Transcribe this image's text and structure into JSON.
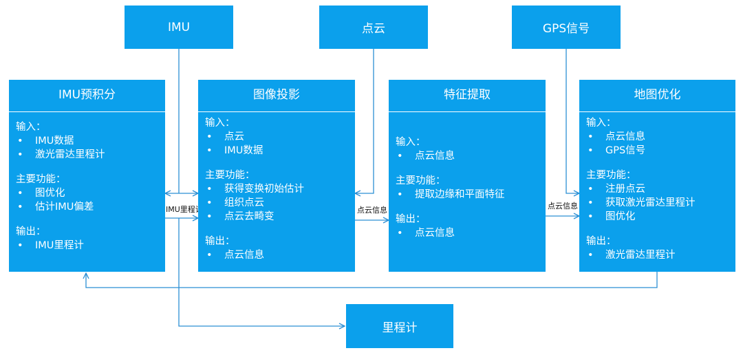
{
  "sources": {
    "imu": "IMU",
    "pointcloud": "点云",
    "gps": "GPS信号"
  },
  "output_box": "里程计",
  "modules": [
    {
      "title": "IMU预积分",
      "sections": [
        {
          "heading": "输入：",
          "items": [
            "IMU数据",
            "激光雷达里程计"
          ]
        },
        {
          "heading": "主要功能：",
          "items": [
            "图优化",
            "估计IMU偏差"
          ]
        },
        {
          "heading": "输出：",
          "items": [
            "IMU里程计"
          ]
        }
      ]
    },
    {
      "title": "图像投影",
      "sections": [
        {
          "heading": "输入：",
          "items": [
            "点云",
            "IMU数据"
          ]
        },
        {
          "heading": "主要功能：",
          "items": [
            "获得变换初始估计",
            "组织点云",
            "点云去畸变"
          ]
        },
        {
          "heading": "输出：",
          "items": [
            "点云信息"
          ]
        }
      ]
    },
    {
      "title": "特征提取",
      "sections": [
        {
          "heading": "输入：",
          "items": [
            "点云信息"
          ]
        },
        {
          "heading": "主要功能：",
          "items": [
            "提取边缘和平面特征"
          ]
        },
        {
          "heading": "输出：",
          "items": [
            "点云信息"
          ]
        }
      ]
    },
    {
      "title": "地图优化",
      "sections": [
        {
          "heading": "输入：",
          "items": [
            "点云信息",
            "GPS信号"
          ]
        },
        {
          "heading": "主要功能：",
          "items": [
            "注册点云",
            "获取激光雷达里程计",
            "图优化"
          ]
        },
        {
          "heading": "输出：",
          "items": [
            "激光雷达里程计"
          ]
        }
      ]
    }
  ],
  "edge_labels": {
    "imu_odometry": "IMU里程计",
    "cloud_info_1": "点云信息",
    "cloud_info_2": "点云信息"
  },
  "colors": {
    "box_fill": "#0ba0ec",
    "line": "#2b8fd4"
  }
}
